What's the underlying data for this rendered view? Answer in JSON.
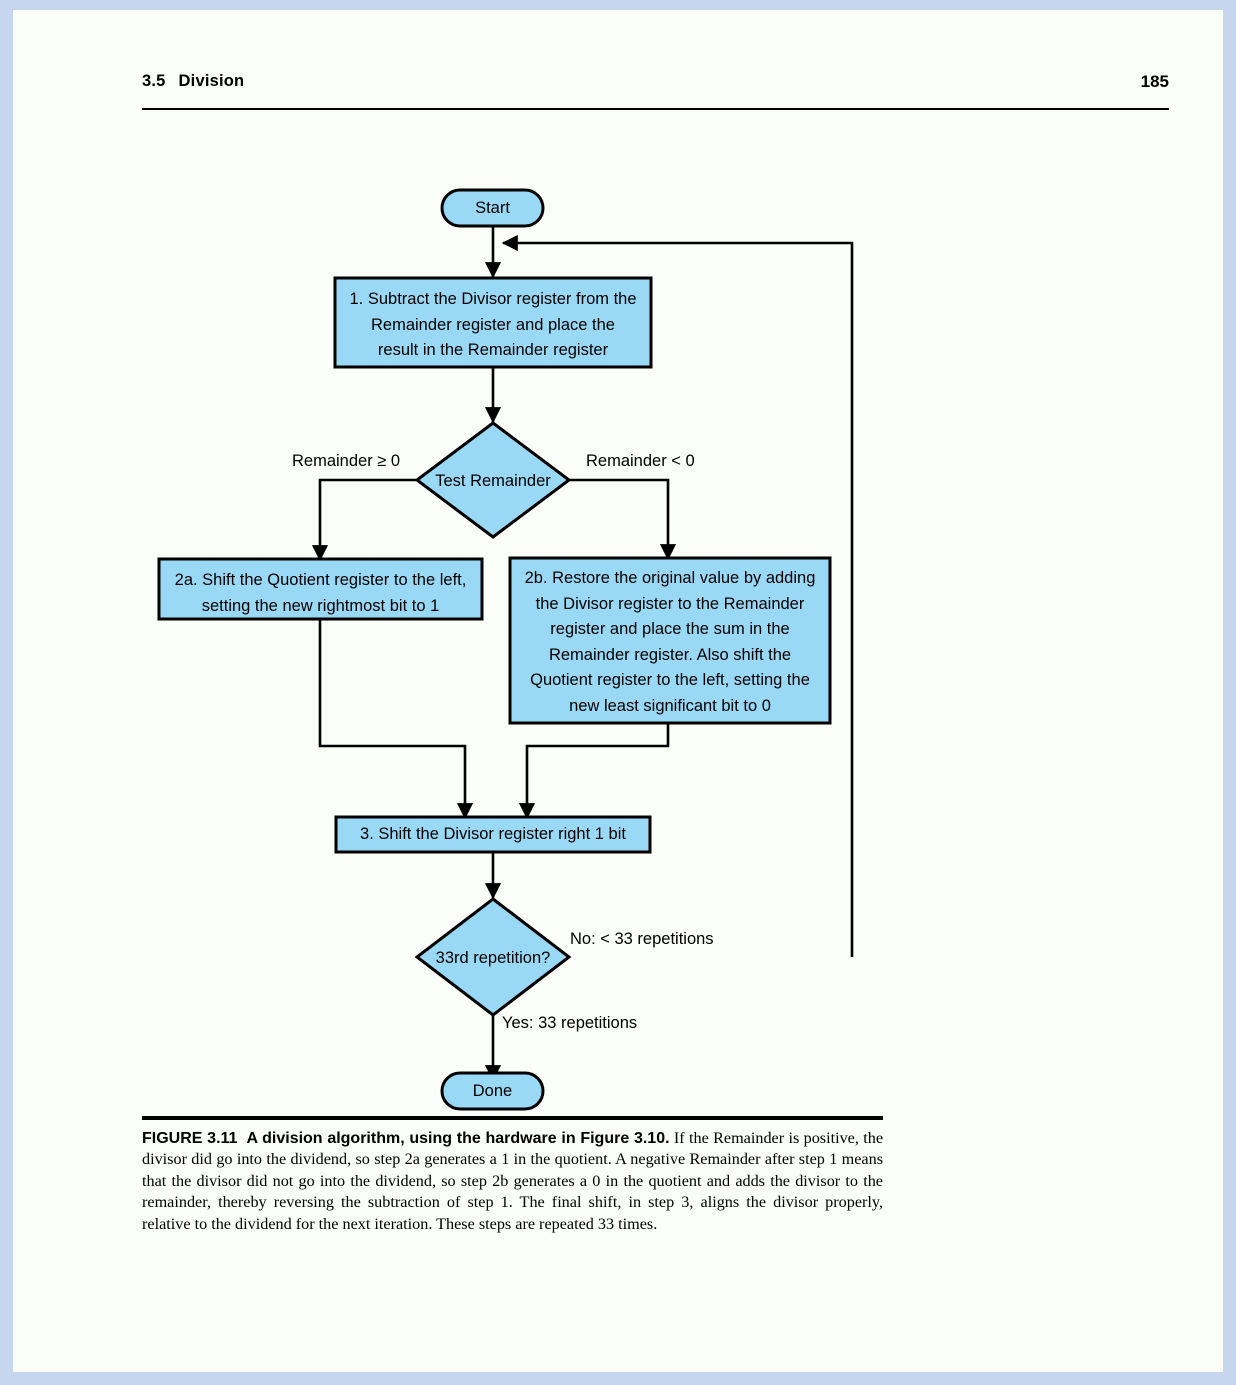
{
  "page": {
    "running_head": {
      "section_number": "3.5",
      "section_title": "Division",
      "page_number": "185"
    },
    "background_color": "#fbfdf9",
    "border_color": "#c5d6ee"
  },
  "figure": {
    "fill_color": "#9ad9f5",
    "stroke_color": "#000000",
    "nodes": {
      "start": {
        "label": "Start",
        "shape": "terminator"
      },
      "step1": {
        "label": "1.  Subtract the Divisor register from the Remainder register and place the result in the Remainder register",
        "lines": [
          "1.  Subtract the Divisor register from the",
          "Remainder register and place the",
          "result in the Remainder register"
        ],
        "shape": "process"
      },
      "test_remainder": {
        "label": "Test Remainder",
        "shape": "decision"
      },
      "step2a": {
        "label": "2a.  Shift the Quotient register to the left, setting the new rightmost bit to 1",
        "lines": [
          "2a.  Shift the Quotient register to the left,",
          "setting the new rightmost bit to 1"
        ],
        "shape": "process"
      },
      "step2b": {
        "label": "2b.  Restore the original value by adding the Divisor register to the Remainder register and place the sum in the Remainder register. Also shift the Quotient register to the left, setting the new least significant bit to 0",
        "lines": [
          "2b.  Restore the original value by adding",
          "the Divisor register to the Remainder",
          "register and place the sum in the",
          "Remainder register. Also shift the",
          "Quotient register to the left, setting the",
          "new least significant bit to 0"
        ],
        "shape": "process"
      },
      "step3": {
        "label": "3.  Shift the Divisor register right 1 bit",
        "lines": [
          "3.  Shift the Divisor register right 1 bit"
        ],
        "shape": "process"
      },
      "repetition_test": {
        "label": "33rd repetition?",
        "shape": "decision"
      },
      "done": {
        "label": "Done",
        "shape": "terminator"
      }
    },
    "edge_labels": {
      "remainder_ge_zero": "Remainder ≥ 0",
      "remainder_lt_zero": "Remainder < 0",
      "no_branch": "No:  < 33 repetitions",
      "yes_branch": "Yes:  33 repetitions"
    }
  },
  "caption": {
    "figure_number": "FIGURE 3.11",
    "title": "A division algorithm, using the hardware in Figure 3.10.",
    "body": "If the Remainder is positive, the divisor did go into the dividend, so step 2a generates a 1 in the quotient. A negative Remainder after step 1 means that the divisor did not go into the dividend, so step 2b generates a 0 in the quotient and adds the divisor to the remainder, thereby reversing the subtraction of step 1. The final shift, in step 3, aligns the divisor properly, relative to the dividend for the next iteration. These steps are repeated 33 times."
  }
}
